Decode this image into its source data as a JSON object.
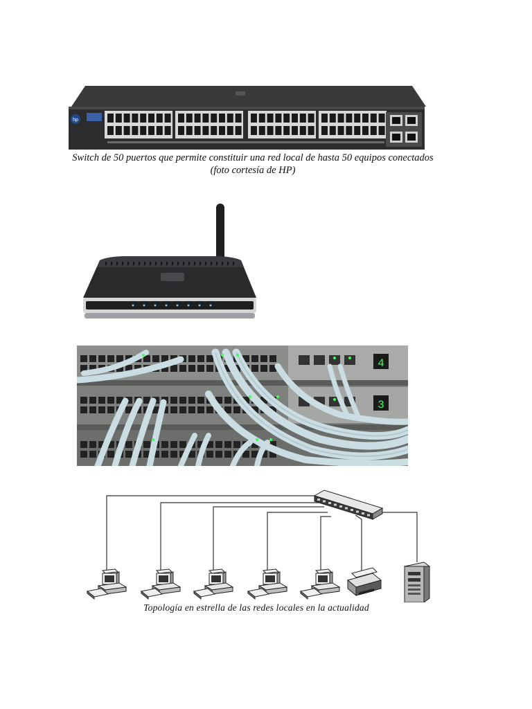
{
  "figures": [
    {
      "caption_line1": "Switch de 50 puertos que permite constituir una red local de hasta 50 equipos conectados",
      "caption_line2": "(foto cortesía de HP)",
      "brand_logo_text": "hp"
    },
    {
      "caption": ""
    },
    {
      "caption": ""
    },
    {
      "caption": "Topología en estrella de las redes locales en la actualidad"
    }
  ],
  "colors": {
    "switch_body": "#2c2c2e",
    "router_body": "#2a2b2d",
    "cable": "#c9dde3",
    "rack": "#5a5c5a",
    "led_green": "#3cff5a"
  },
  "icons": [
    "hp-logo-icon",
    "antenna-icon",
    "computer-icon",
    "printer-icon",
    "server-icon",
    "network-switch-icon"
  ]
}
